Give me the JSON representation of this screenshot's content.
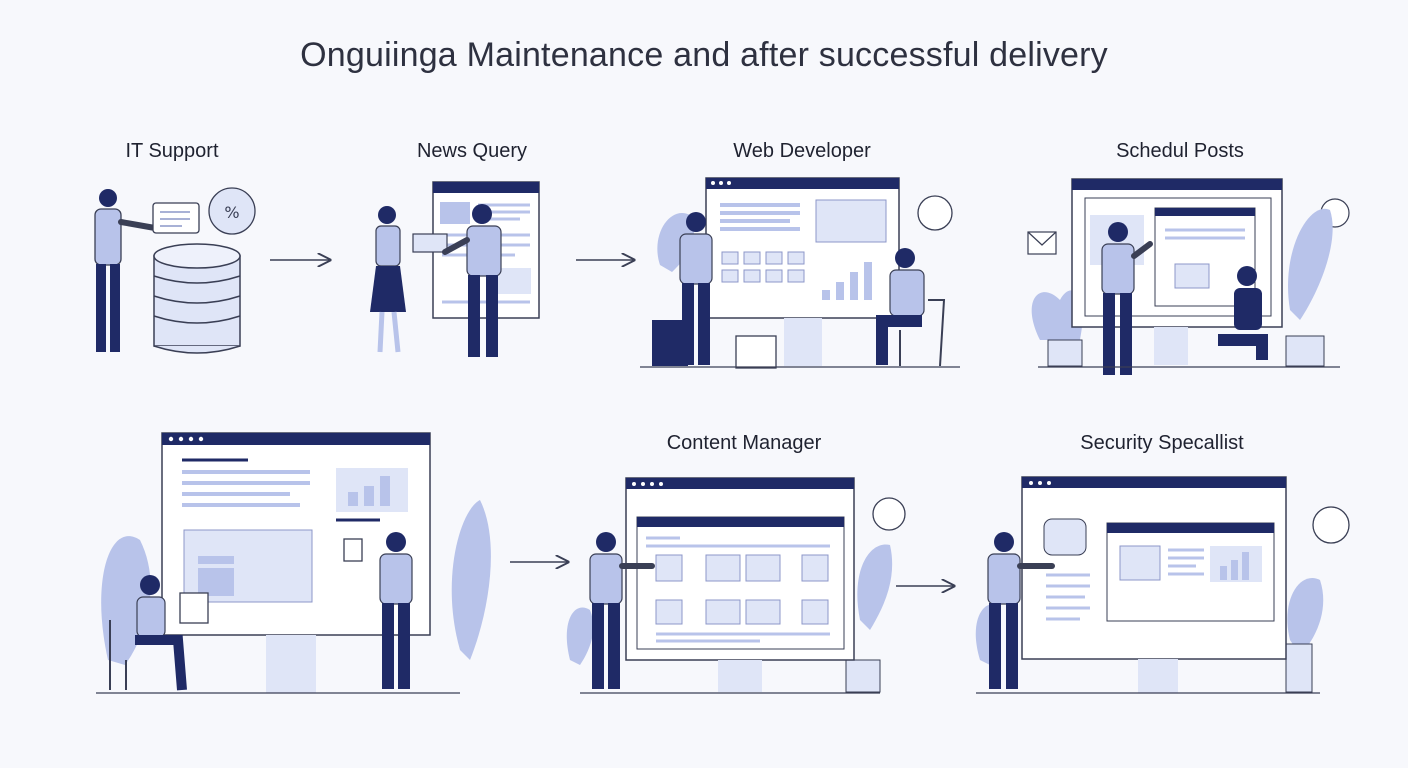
{
  "title": "Onguiinga Maintenance and after successful delivery",
  "colors": {
    "navy": "#1f2a66",
    "accent": "#b8c3ea",
    "light": "#dfe5f7",
    "line": "#3a3f55",
    "background": "#f7f8fc"
  },
  "stages": [
    {
      "label": "IT Support",
      "icon": "database-icon"
    },
    {
      "label": "News Query",
      "icon": "browser-window-icon"
    },
    {
      "label": "Web Developer",
      "icon": "monitor-icon"
    },
    {
      "label": "Schedul Posts",
      "icon": "monitor-icon"
    },
    {
      "label": "",
      "icon": "dashboard-monitor-icon"
    },
    {
      "label": "Content Manager",
      "icon": "monitor-icon"
    },
    {
      "label": "Security Specallist",
      "icon": "monitor-icon"
    }
  ]
}
